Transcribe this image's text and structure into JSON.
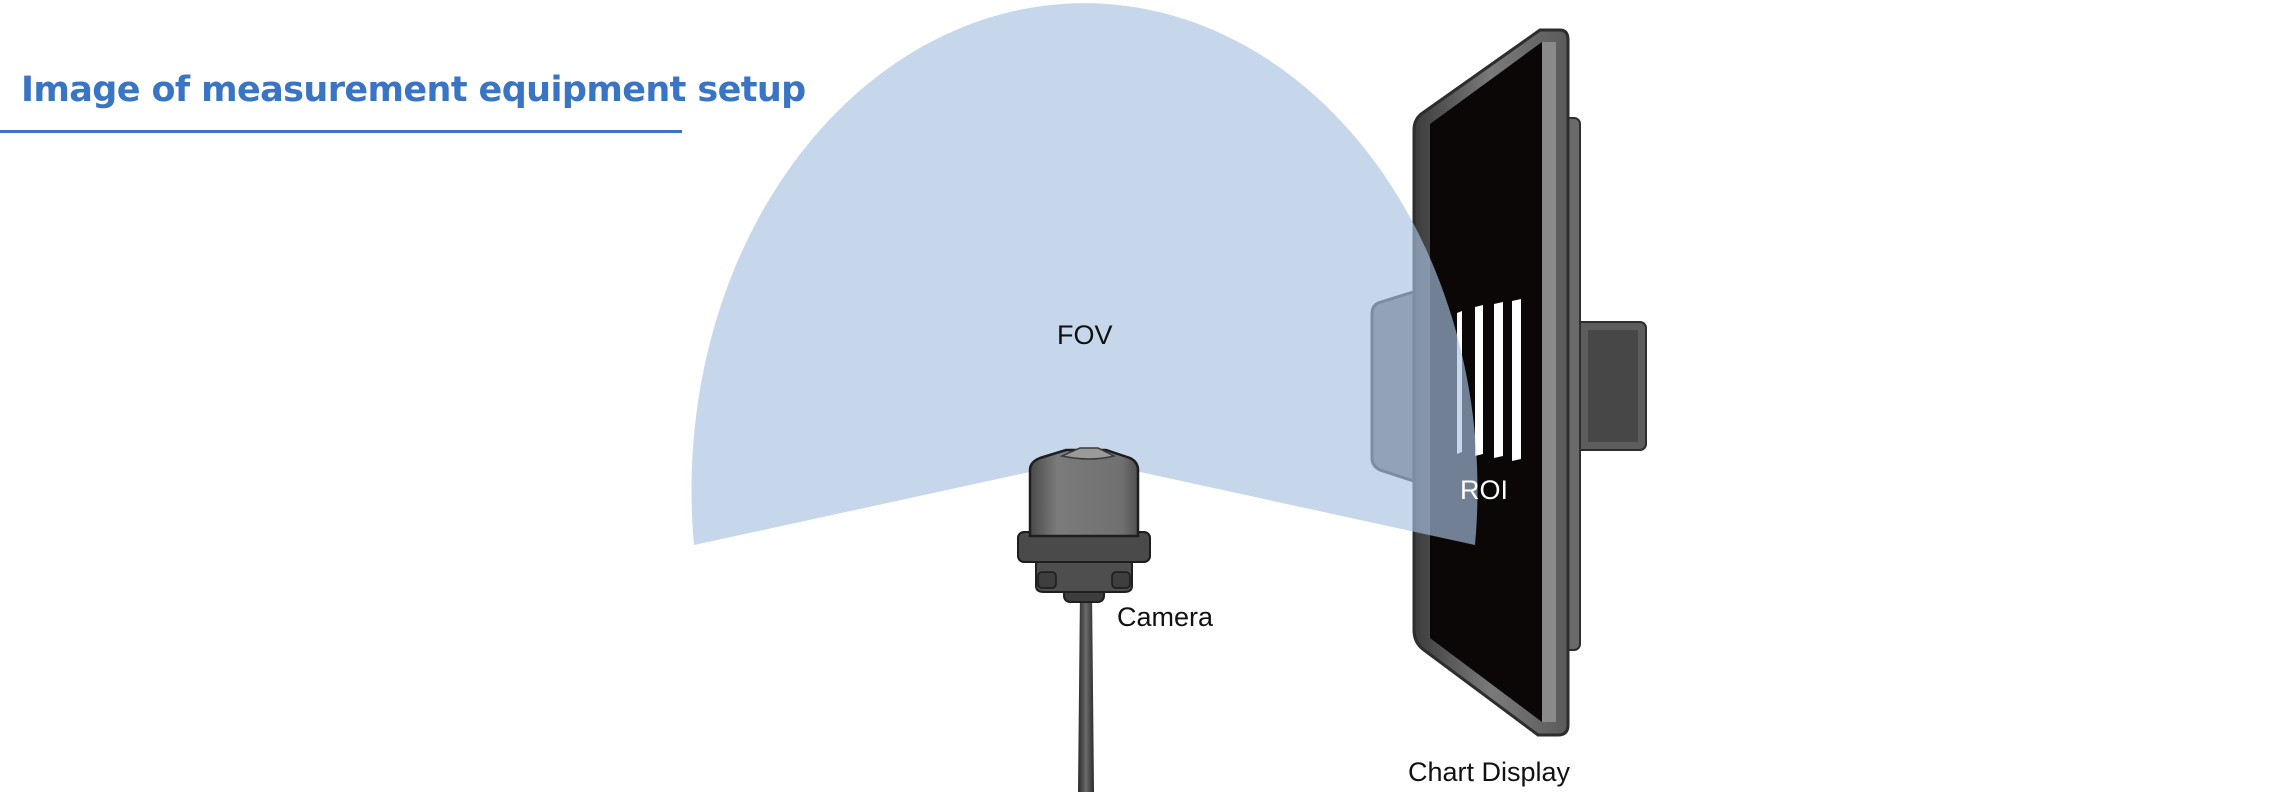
{
  "title": "Image of measurement equipment setup",
  "labels": {
    "fov": "FOV",
    "roi": "ROI",
    "camera": "Camera",
    "chart_display": "Chart Display"
  },
  "colors": {
    "accent": "#3a74c4",
    "fov_fill": "#c5d5ea",
    "display_bezel": "#6e6e6e",
    "display_screen": "#0a0706",
    "camera_body": "#6f6f6f"
  },
  "icons": {
    "roi_pattern": "four-vertical-white-bars"
  }
}
